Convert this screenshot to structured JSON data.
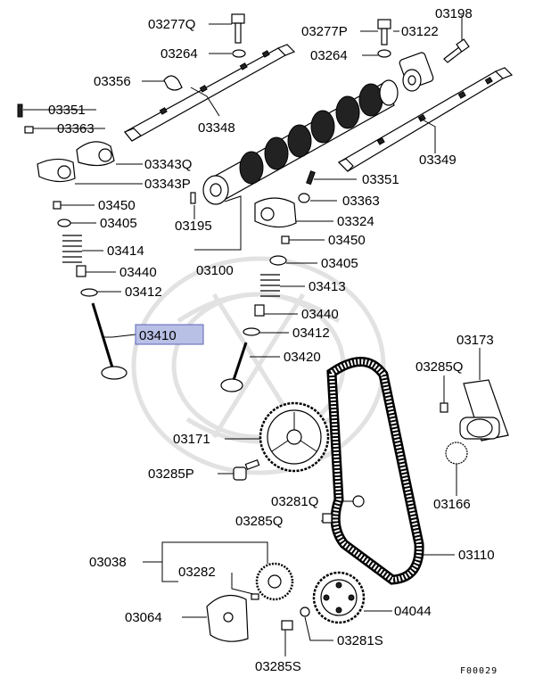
{
  "diagram": {
    "highlight_color": "#b9c0e6",
    "highlighted_part": "03410",
    "footer_code": "F00029",
    "labels": [
      {
        "id": "l03277q",
        "text": "03277Q"
      },
      {
        "id": "l03264a",
        "text": "03264"
      },
      {
        "id": "l03356",
        "text": "03356"
      },
      {
        "id": "l03351a",
        "text": "03351"
      },
      {
        "id": "l03363a",
        "text": "03363"
      },
      {
        "id": "l03348",
        "text": "03348"
      },
      {
        "id": "l03343q",
        "text": "03343Q"
      },
      {
        "id": "l03343p",
        "text": "03343P"
      },
      {
        "id": "l03450a",
        "text": "03450"
      },
      {
        "id": "l03405a",
        "text": "03405"
      },
      {
        "id": "l03414",
        "text": "03414"
      },
      {
        "id": "l03440a",
        "text": "03440"
      },
      {
        "id": "l03412a",
        "text": "03412"
      },
      {
        "id": "l03410",
        "text": "03410"
      },
      {
        "id": "l03277p",
        "text": "03277P"
      },
      {
        "id": "l03122",
        "text": "03122"
      },
      {
        "id": "l03198",
        "text": "03198"
      },
      {
        "id": "l03264b",
        "text": "03264"
      },
      {
        "id": "l03349",
        "text": "03349"
      },
      {
        "id": "l03351b",
        "text": "03351"
      },
      {
        "id": "l03363b",
        "text": "03363"
      },
      {
        "id": "l03195",
        "text": "03195"
      },
      {
        "id": "l03324",
        "text": "03324"
      },
      {
        "id": "l03450b",
        "text": "03450"
      },
      {
        "id": "l03100",
        "text": "03100"
      },
      {
        "id": "l03405b",
        "text": "03405"
      },
      {
        "id": "l03413",
        "text": "03413"
      },
      {
        "id": "l03440b",
        "text": "03440"
      },
      {
        "id": "l03412b",
        "text": "03412"
      },
      {
        "id": "l03420",
        "text": "03420"
      },
      {
        "id": "l03173",
        "text": "03173"
      },
      {
        "id": "l03285q_a",
        "text": "03285Q"
      },
      {
        "id": "l03171",
        "text": "03171"
      },
      {
        "id": "l03285p",
        "text": "03285P"
      },
      {
        "id": "l03166",
        "text": "03166"
      },
      {
        "id": "l03281q",
        "text": "03281Q"
      },
      {
        "id": "l03285q_b",
        "text": "03285Q"
      },
      {
        "id": "l03038",
        "text": "03038"
      },
      {
        "id": "l03282",
        "text": "03282"
      },
      {
        "id": "l03110",
        "text": "03110"
      },
      {
        "id": "l03064",
        "text": "03064"
      },
      {
        "id": "l04044",
        "text": "04044"
      },
      {
        "id": "l03281s",
        "text": "03281S"
      },
      {
        "id": "l03285s",
        "text": "03285S"
      }
    ]
  }
}
